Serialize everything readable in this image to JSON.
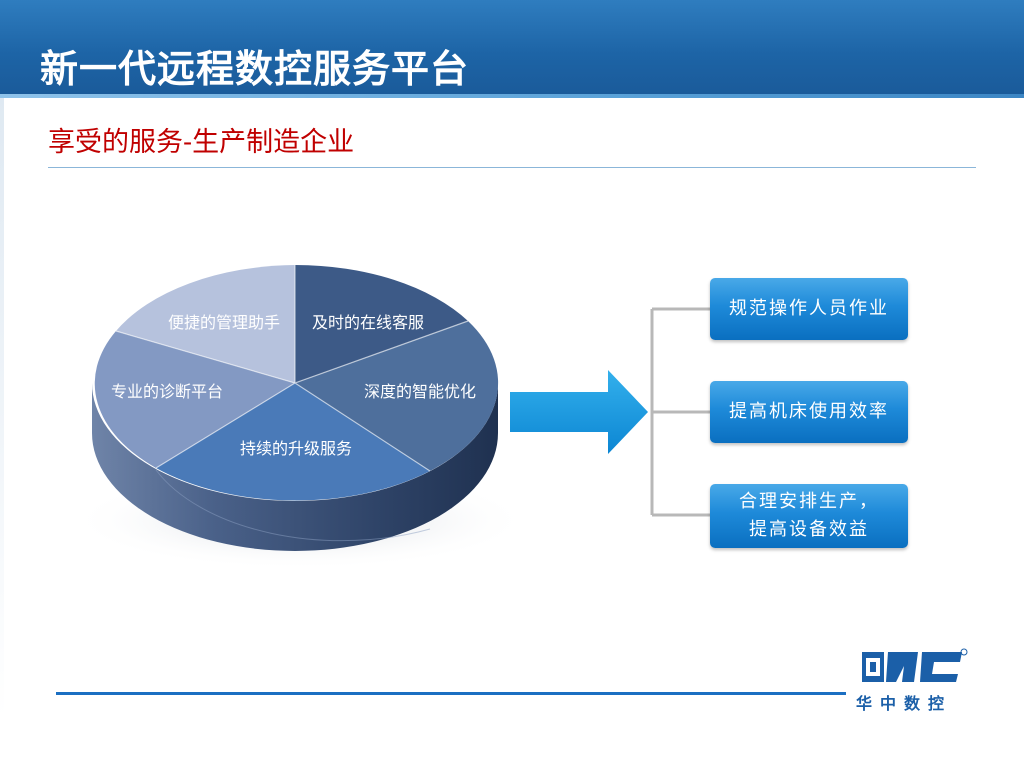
{
  "header": {
    "title": "新一代远程数控服务平台"
  },
  "subtitle": "享受的服务-生产制造企业",
  "pie": {
    "labels": [
      "及时的在线客服",
      "深度的智能优化",
      "持续的升级服务",
      "专业的诊断平台",
      "便捷的管理助手"
    ]
  },
  "benefits": {
    "b1": "规范操作人员作业",
    "b2": "提高机床使用效率",
    "b3_line1": "合理安排生产，",
    "b3_line2": "提高设备效益"
  },
  "logo": {
    "text": "华中数控",
    "mark": "HNC"
  },
  "colors": {
    "header": "#1d64a6",
    "subtitle": "#c00000",
    "box": "#1e8ad9",
    "footer_rule": "#1b6fc2"
  }
}
